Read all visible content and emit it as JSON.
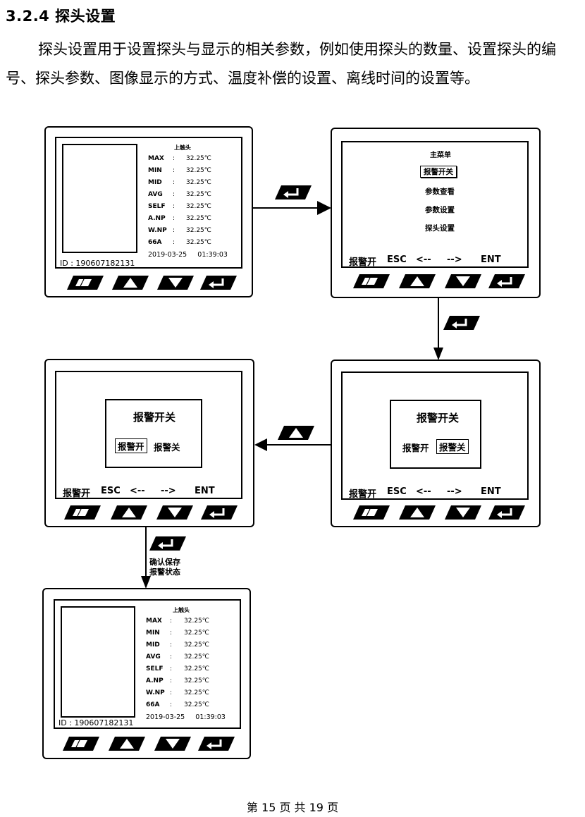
{
  "section": {
    "heading": "3.2.4 探头设置",
    "paragraph": "探头设置用于设置探头与显示的相关参数，例如使用探头的数量、设置探头的编号、探头参数、图像显示的方式、温度补偿的设置、离线时间的设置等。"
  },
  "readings": {
    "title": "上触头",
    "id_text": "ID : 190607182131",
    "datetime": "2019-03-25     01:39:03",
    "rows": [
      {
        "label": "MAX",
        "colon": ":",
        "value": "32.25℃"
      },
      {
        "label": "MIN",
        "colon": ":",
        "value": "32.25℃"
      },
      {
        "label": "MID",
        "colon": ":",
        "value": "32.25℃"
      },
      {
        "label": "AVG",
        "colon": ":",
        "value": "32.25℃"
      },
      {
        "label": "SELF",
        "colon": ":",
        "value": "32.25℃"
      },
      {
        "label": "A.NP",
        "colon": ":",
        "value": "32.25℃"
      },
      {
        "label": "W.NP",
        "colon": ":",
        "value": "32.25℃"
      },
      {
        "label": "66A",
        "colon": ":",
        "value": "32.25℃"
      }
    ]
  },
  "main_menu": {
    "title": "主菜单",
    "items": [
      "报警开关",
      "参数查看",
      "参数设置",
      "探头设置"
    ],
    "selected": 0
  },
  "softkeys": [
    "报警开",
    "ESC",
    "<--",
    "-->",
    "ENT"
  ],
  "alarm_dialog": {
    "title": "报警开关",
    "options": [
      "报警开",
      "报警关"
    ]
  },
  "flow_note": {
    "line1": "确认保存",
    "line2": "报警状态"
  },
  "footer": {
    "text": "第 15 页 共 19 页"
  }
}
